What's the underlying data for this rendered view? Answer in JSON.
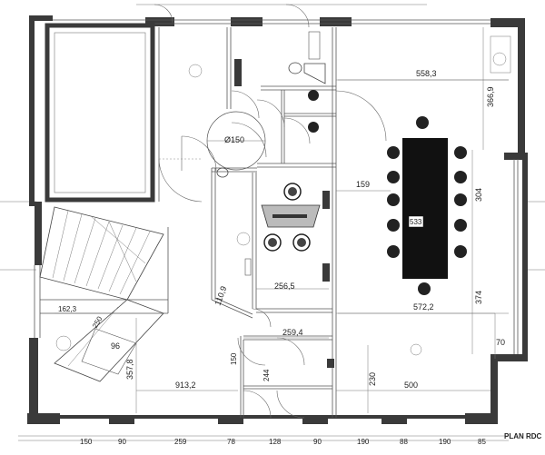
{
  "plan": {
    "title": "PLAN RDC",
    "dims": {
      "top_right_width": "558,3",
      "top_right_height": "366,9",
      "circle": "Ø150",
      "table_length": "533",
      "table_side": "304",
      "mid_gap": "159",
      "lower_width": "572,2",
      "lower_height": "374",
      "corner": "70",
      "bottom_width": "500",
      "bottom_small": "230",
      "center_width": "256,5",
      "center_bottom": "259,4",
      "diag": "110,9",
      "left_width": "162,3",
      "left_tilt": "250",
      "left_small": "96",
      "left_height": "357,8",
      "main_width": "913,2",
      "door_h": "150",
      "door_w": "244",
      "bottom_row": [
        "150",
        "90",
        "259",
        "78",
        "128",
        "90",
        "190",
        "88",
        "190",
        "85"
      ]
    }
  }
}
